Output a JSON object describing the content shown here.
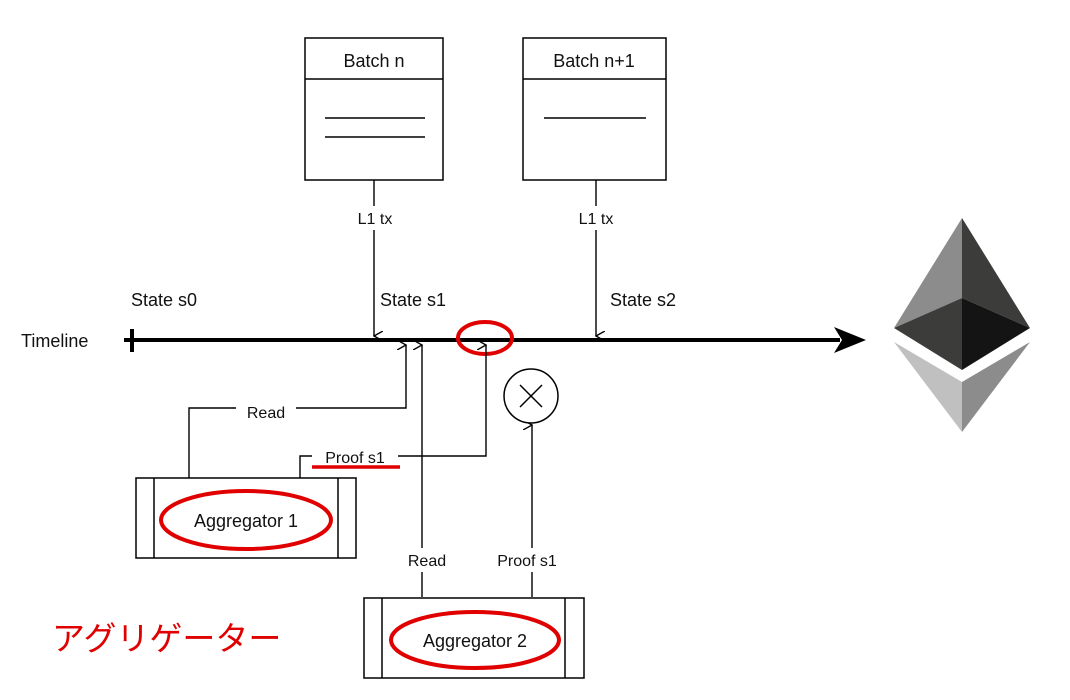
{
  "batches": [
    {
      "title": "Batch n",
      "lines": 2
    },
    {
      "title": "Batch n+1",
      "lines": 1
    }
  ],
  "l1_tx_labels": [
    "L1 tx",
    "L1 tx"
  ],
  "states": [
    "State s0",
    "State s1",
    "State s2"
  ],
  "timeline_label": "Timeline",
  "aggregator1": {
    "name": "Aggregator 1",
    "read_label": "Read",
    "proof_label": "Proof s1"
  },
  "aggregator2": {
    "name": "Aggregator 2",
    "read_label": "Read",
    "proof_label": "Proof s1"
  },
  "annotation_text": "アグリゲーター",
  "colors": {
    "line": "#000000",
    "highlight": "#e00000",
    "eth_dark": "#3c3c3b",
    "eth_mid": "#8c8c8c",
    "eth_light": "#c0c0c0"
  }
}
